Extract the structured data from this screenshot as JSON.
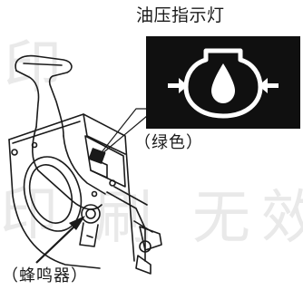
{
  "labels": {
    "title": "油压指示灯",
    "color": "（绿色）",
    "buzzer": "（蜂鸣器）"
  },
  "watermark": {
    "characters": [
      "印",
      "刷",
      "无",
      "效"
    ]
  },
  "icons": {
    "lamp": "oil-pressure-lamp-icon",
    "left_arrow": "arrow-right-icon",
    "right_arrow": "arrow-left-icon"
  },
  "colors": {
    "panel": "#101010",
    "line": "#1a1a1a",
    "watermark": "#e8e8e8"
  }
}
